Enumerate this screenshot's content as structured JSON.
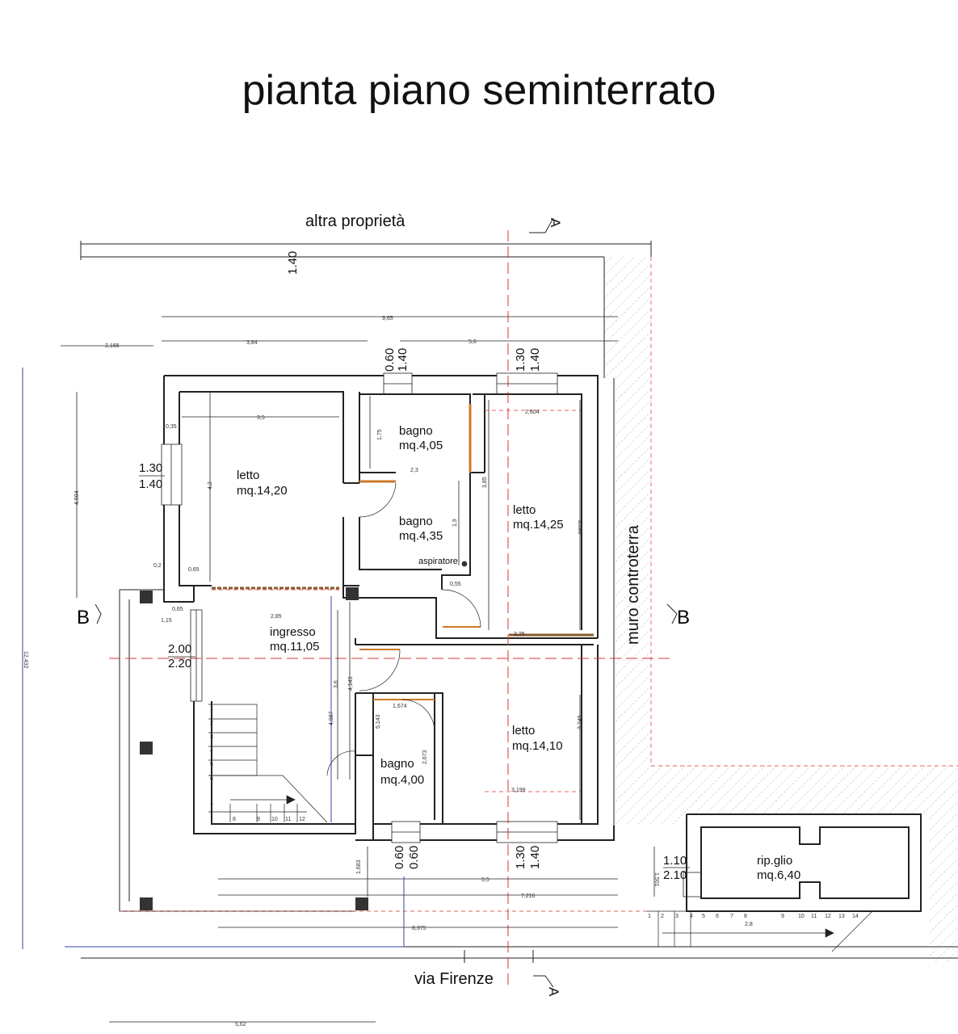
{
  "title": "pianta piano seminterrato",
  "labels": {
    "top_street": "altra proprietà",
    "bottom_street": "via Firenze",
    "wall": "muro controterra",
    "section_a_top": "A",
    "section_a_bottom": "A",
    "section_b_left": "B",
    "section_b_right": "B",
    "aspiratore": "aspiratore"
  },
  "rooms": [
    {
      "name": "letto",
      "area": "mq.14,20"
    },
    {
      "name": "bagno",
      "area": "mq.4,05"
    },
    {
      "name": "bagno",
      "area": "mq.4,35"
    },
    {
      "name": "letto",
      "area": "mq.14,25"
    },
    {
      "name": "ingresso",
      "area": "mq.11,05"
    },
    {
      "name": "letto",
      "area": "mq.14,10"
    },
    {
      "name": "bagno",
      "area": "mq.4,00"
    },
    {
      "name": "rip.glio",
      "area": "mq.6,40"
    }
  ],
  "openings": [
    {
      "w": "1.30",
      "h": "1.40"
    },
    {
      "w": "0.60",
      "h": "1.40"
    },
    {
      "w": "1.30",
      "h": "1.40"
    },
    {
      "w": "2.00",
      "h": "2.20"
    },
    {
      "w": "0.60",
      "h": "0.60"
    },
    {
      "w": "1.30",
      "h": "1.40"
    },
    {
      "w": "1.10",
      "h": "2.10"
    }
  ],
  "top_height": "1.40",
  "dimensions": {
    "d_965": "9,65",
    "d_2165": "2,165",
    "d_384": "3,84",
    "d_56": "5,6",
    "d_35": "3,5",
    "d_035": "0,35",
    "d_4504": "4,504",
    "d_42": "4,2",
    "d_175": "1,75",
    "d_23": "2,3",
    "d_2604": "2,604",
    "d_385": "3,85",
    "d_5086": "5,086",
    "d_19": "1,9",
    "d_02": "0,2",
    "d_065a": "0,65",
    "d_055": "0,55",
    "d_065b": "0,65",
    "d_115": "1,15",
    "d_285": "2,85",
    "d_325": "3,25",
    "d_12432": "12,432",
    "d_36": "3,6",
    "d_4143": "4,143",
    "d_4987": "4,987",
    "d_1674": "1,674",
    "d_5143": "5,143",
    "d_2673": "2,673",
    "d_3749": "3,749",
    "d_3199": "3,199",
    "d_1683": "1,683",
    "d_55": "5,5",
    "d_7216": "7,216",
    "d_8375": "8,375",
    "d_1501": "1,501",
    "d_28": "2,8",
    "d_562": "5,62"
  },
  "stair_steps_main": [
    "1",
    "2",
    "3",
    "4",
    "5",
    "6",
    "7",
    "8",
    "9",
    "10",
    "11",
    "12"
  ],
  "stair_steps_ext": [
    "1",
    "2",
    "3",
    "4",
    "5",
    "6",
    "7",
    "8",
    "9",
    "10",
    "11",
    "12",
    "13",
    "14"
  ],
  "colors": {
    "wall": "#222222",
    "section_line": "#dd3333",
    "door": "#cc7a2a",
    "dimension_blue": "#3344aa"
  }
}
